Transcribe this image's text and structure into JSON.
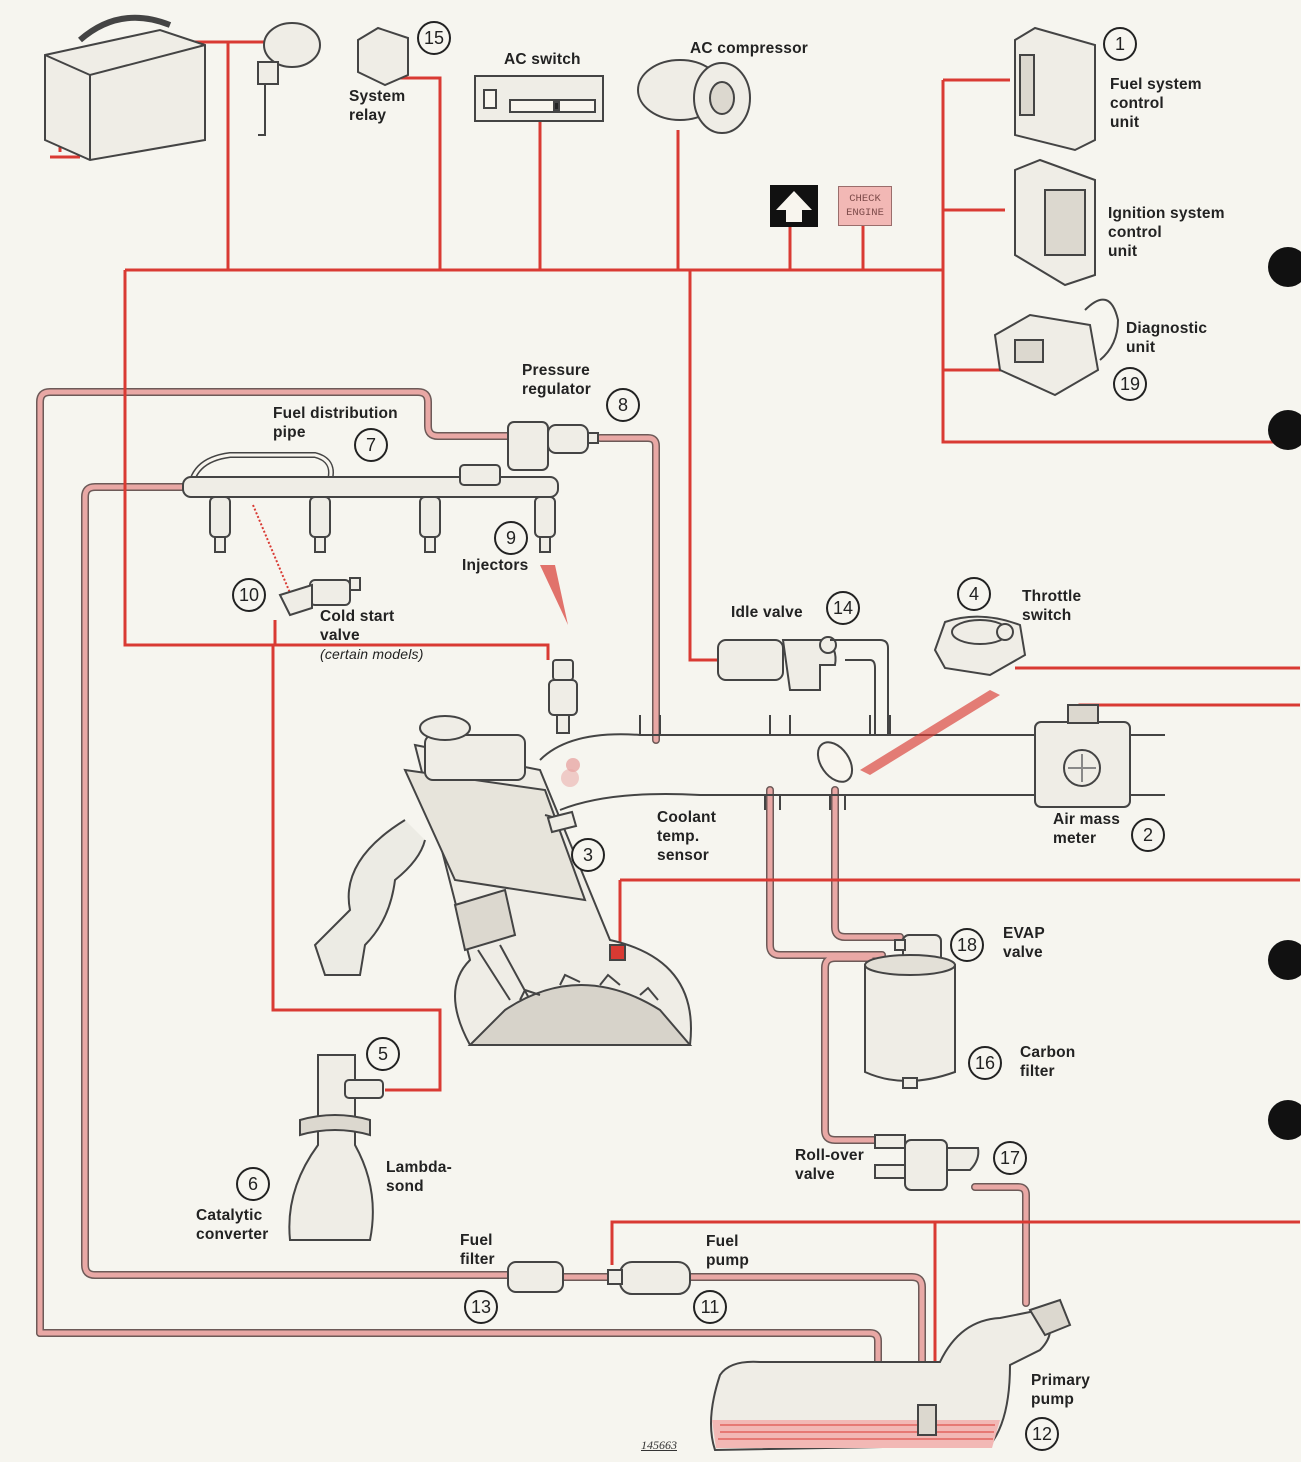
{
  "colors": {
    "paper": "#f6f5ef",
    "wire": "#d93a33",
    "fuel_line": "#e9a8a5",
    "ink": "#222222",
    "check_engine_bg": "#f2b8b5"
  },
  "components": [
    {
      "number": "1",
      "label": "Fuel system\ncontrol\nunit",
      "icon": "control-unit-icon"
    },
    {
      "number": "2",
      "label": "Air mass\nmeter",
      "icon": "air-mass-meter-icon"
    },
    {
      "number": "3",
      "label": "Coolant\ntemp.\nsensor",
      "icon": "temp-sensor-icon"
    },
    {
      "number": "4",
      "label": "Throttle\nswitch",
      "icon": "throttle-switch-icon"
    },
    {
      "number": "5",
      "label": "Lambda-\nsond",
      "icon": "lambda-sensor-icon"
    },
    {
      "number": "6",
      "label": "Catalytic\nconverter",
      "icon": "catalytic-converter-icon"
    },
    {
      "number": "7",
      "label": "Fuel distribution\npipe",
      "icon": "fuel-rail-icon"
    },
    {
      "number": "8",
      "label": "Pressure\nregulator",
      "icon": "pressure-regulator-icon"
    },
    {
      "number": "9",
      "label": "Injectors",
      "icon": "injector-icon"
    },
    {
      "number": "10",
      "label": "Cold start\nvalve",
      "note": "(certain models)",
      "icon": "cold-start-valve-icon"
    },
    {
      "number": "11",
      "label": "Fuel\npump",
      "icon": "fuel-pump-icon"
    },
    {
      "number": "12",
      "label": "Primary\npump",
      "icon": "fuel-tank-icon"
    },
    {
      "number": "13",
      "label": "Fuel\nfilter",
      "icon": "fuel-filter-icon"
    },
    {
      "number": "14",
      "label": "Idle valve",
      "icon": "idle-valve-icon"
    },
    {
      "number": "15",
      "label": "System\nrelay",
      "icon": "relay-icon"
    },
    {
      "number": "16",
      "label": "Carbon\nfilter",
      "icon": "carbon-canister-icon"
    },
    {
      "number": "17",
      "label": "Roll-over\nvalve",
      "icon": "rollover-valve-icon"
    },
    {
      "number": "18",
      "label": "EVAP\nvalve",
      "icon": "evap-valve-icon"
    },
    {
      "number": "19",
      "label": "Diagnostic\nunit",
      "icon": "diagnostic-unit-icon"
    }
  ],
  "unnumbered": {
    "ac_switch": "AC switch",
    "ac_compressor": "AC compressor",
    "ignition_control_unit": "Ignition system\ncontrol\nunit",
    "check_engine": "CHECK\nENGINE",
    "battery_icon": "battery-icon",
    "ignition_key_icon": "ignition-key-icon",
    "upshift_icon": "upshift-arrow-icon"
  },
  "figure_ref": "145663"
}
